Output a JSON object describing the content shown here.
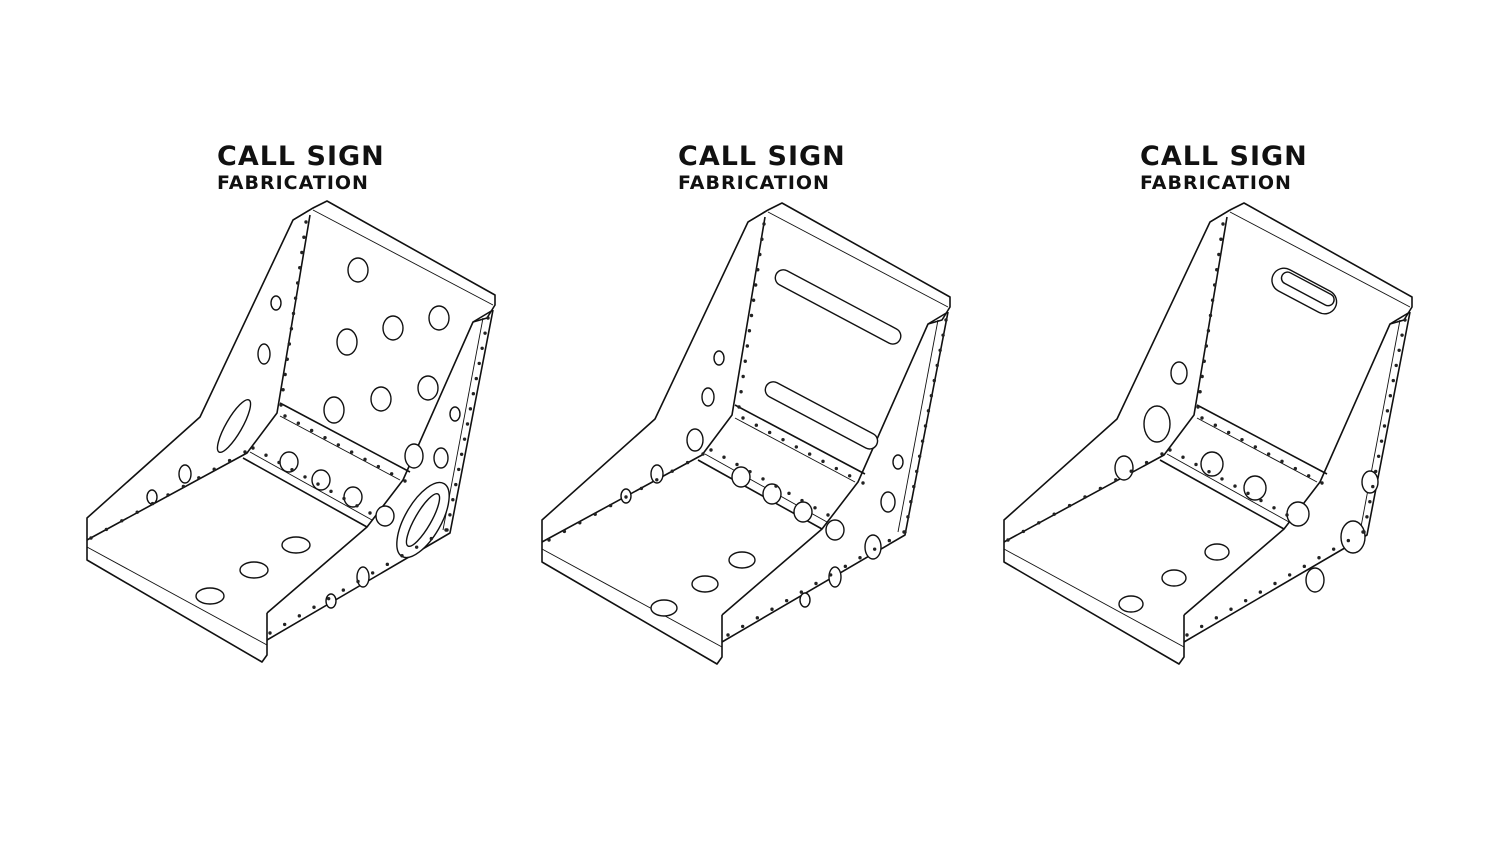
{
  "logos": [
    {
      "line1": "CALL SIGN",
      "line2": "FABRICATION"
    },
    {
      "line1": "CALL SIGN",
      "line2": "FABRICATION"
    },
    {
      "line1": "CALL SIGN",
      "line2": "FABRICATION"
    }
  ],
  "colors": {
    "line": "#111111",
    "background": "#ffffff"
  }
}
